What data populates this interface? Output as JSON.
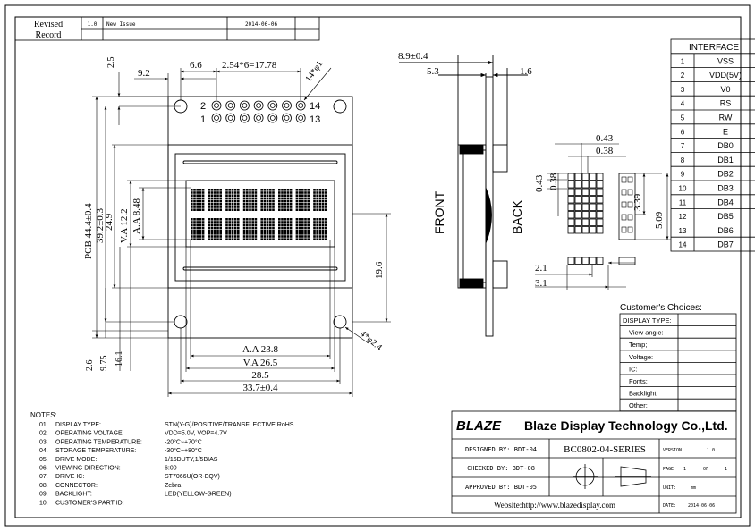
{
  "revision": {
    "header_label_1": "Revised",
    "header_label_2": "Record",
    "version": "1.0",
    "description": "New Issue",
    "date": "2014-06-06"
  },
  "dimensions": {
    "top_2_5": "2.5",
    "left_9_2": "9.2",
    "pin_6_6": "6.6",
    "pin_pitch": "2.54*6=17.78",
    "hole_14phi1": "14*φ1",
    "pin_2": "2",
    "pin_1": "1",
    "pin_14": "14",
    "pin_13": "13",
    "pcb_44_4": "PCB 44.4±0.4",
    "d39_2": "39.2±0.3",
    "d24_9": "24.9",
    "va_12_2": "V.A 12.2",
    "aa_8_48": "A.A 8.48",
    "d19_6": "19.6",
    "d2_6": "2.6",
    "d9_75": "9.75",
    "d16_1": "16.1",
    "aa_23_8": "A.A 23.8",
    "va_26_5": "V.A 26.5",
    "d28_5": "28.5",
    "d33_7": "33.7±0.4",
    "hole_4phi2_4": "4*φ2.4",
    "side_8_9": "8.9±0.4",
    "side_5_3": "5.3",
    "side_1_6": "1.6",
    "front_label": "FRONT",
    "back_label": "BACK",
    "dot_0_43": "0.43",
    "dot_0_38": "0.38",
    "dot_v_0_43": "0.43",
    "dot_v_0_38": "0.38",
    "char_3_39": "3.39",
    "char_5_09": "5.09",
    "cur_2_1": "2.1",
    "cur_3_1": "3.1"
  },
  "interface": {
    "title": "INTERFACE",
    "rows": [
      {
        "no": "1",
        "sig": "VSS"
      },
      {
        "no": "2",
        "sig": "VDD(5V)"
      },
      {
        "no": "3",
        "sig": "V0"
      },
      {
        "no": "4",
        "sig": "RS"
      },
      {
        "no": "5",
        "sig": "RW"
      },
      {
        "no": "6",
        "sig": "E"
      },
      {
        "no": "7",
        "sig": "DB0"
      },
      {
        "no": "8",
        "sig": "DB1"
      },
      {
        "no": "9",
        "sig": "DB2"
      },
      {
        "no": "10",
        "sig": "DB3"
      },
      {
        "no": "11",
        "sig": "DB4"
      },
      {
        "no": "12",
        "sig": "DB5"
      },
      {
        "no": "13",
        "sig": "DB6"
      },
      {
        "no": "14",
        "sig": "DB7"
      }
    ]
  },
  "choices": {
    "title": "Customer's Choices:",
    "rows": [
      "DISPLAY TYPE:",
      "View angle:",
      "Temp;",
      "Voltage:",
      "IC:",
      "Fonts:",
      "Backlight:",
      "Other:"
    ]
  },
  "notes": {
    "title": "NOTES:",
    "items": [
      {
        "no": "01.",
        "label": "DISPLAY TYPE:",
        "value": "STN(Y-G)/POSITIVE/TRANSFLECTIVE RoHS"
      },
      {
        "no": "02.",
        "label": "OPERATING VOLTAGE:",
        "value": "VDD=5.0V, VOP=4.7V"
      },
      {
        "no": "03.",
        "label": "OPERATING TEMPERATURE:",
        "value": "-20°C~+70°C"
      },
      {
        "no": "04.",
        "label": "STORAGE TEMPERATURE:",
        "value": "-30°C~+80°C"
      },
      {
        "no": "05.",
        "label": "DRIVE MODE:",
        "value": "1/16DUTY,1/5BIAS"
      },
      {
        "no": "06.",
        "label": "VIEWING DIRECTION:",
        "value": "6:00"
      },
      {
        "no": "07.",
        "label": "DRIVE IC:",
        "value": "ST7066U(OR-EQV)"
      },
      {
        "no": "08.",
        "label": "CONNECTOR:",
        "value": "Zebra"
      },
      {
        "no": "09.",
        "label": "BACKLIGHT:",
        "value": "LED(YELLOW-GREEN)"
      },
      {
        "no": "10.",
        "label": "CUSTOMER'S PART ID:",
        "value": ""
      }
    ]
  },
  "title_block": {
    "logo": "BLAZE",
    "company": "Blaze Display Technology Co.,Ltd.",
    "designed": "DESIGNED BY: BDT-04",
    "checked": "CHECKED BY:  BDT-08",
    "approved": "APPROVED BY: BDT-05",
    "part_no": "BC0802-04-SERIES",
    "version_label": "VERSION:",
    "version": "1.0",
    "page_label": "PAGE",
    "page": "1",
    "of_label": "OF",
    "pages": "1",
    "unit_label": "UNIT:",
    "unit": "mm",
    "date_label": "DATE:",
    "date": "2014-06-06",
    "website": "Website:http://www.blazedisplay.com"
  }
}
